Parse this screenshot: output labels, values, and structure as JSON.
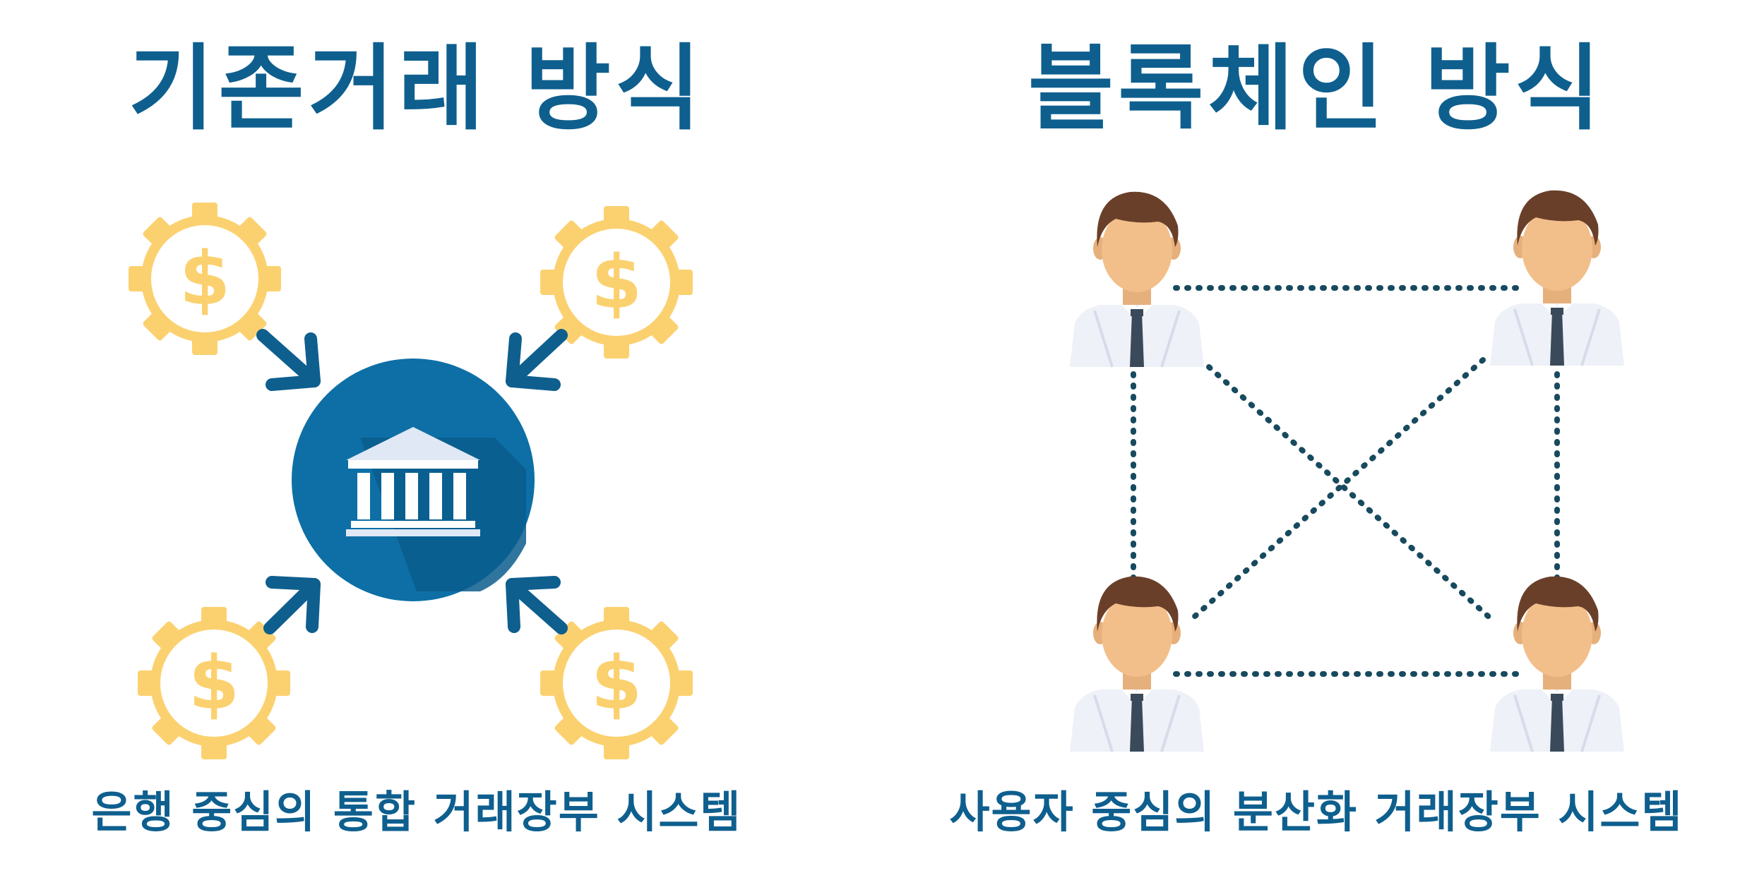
{
  "traditional": {
    "title": "기존거래 방식",
    "caption": "은행 중심의 통합 거래장부 시스템"
  },
  "blockchain": {
    "title": "블록체인 방식",
    "caption": "사용자 중심의 분산화 거래장부 시스템"
  },
  "icons": {
    "coin": "dollar-coin-icon",
    "bank": "bank-icon",
    "user": "businessman-icon"
  },
  "colors": {
    "title": "#0e5f8e",
    "bank_circle": "#0d6fa6",
    "coin": "#fbd170",
    "dots": "#174a5e"
  }
}
